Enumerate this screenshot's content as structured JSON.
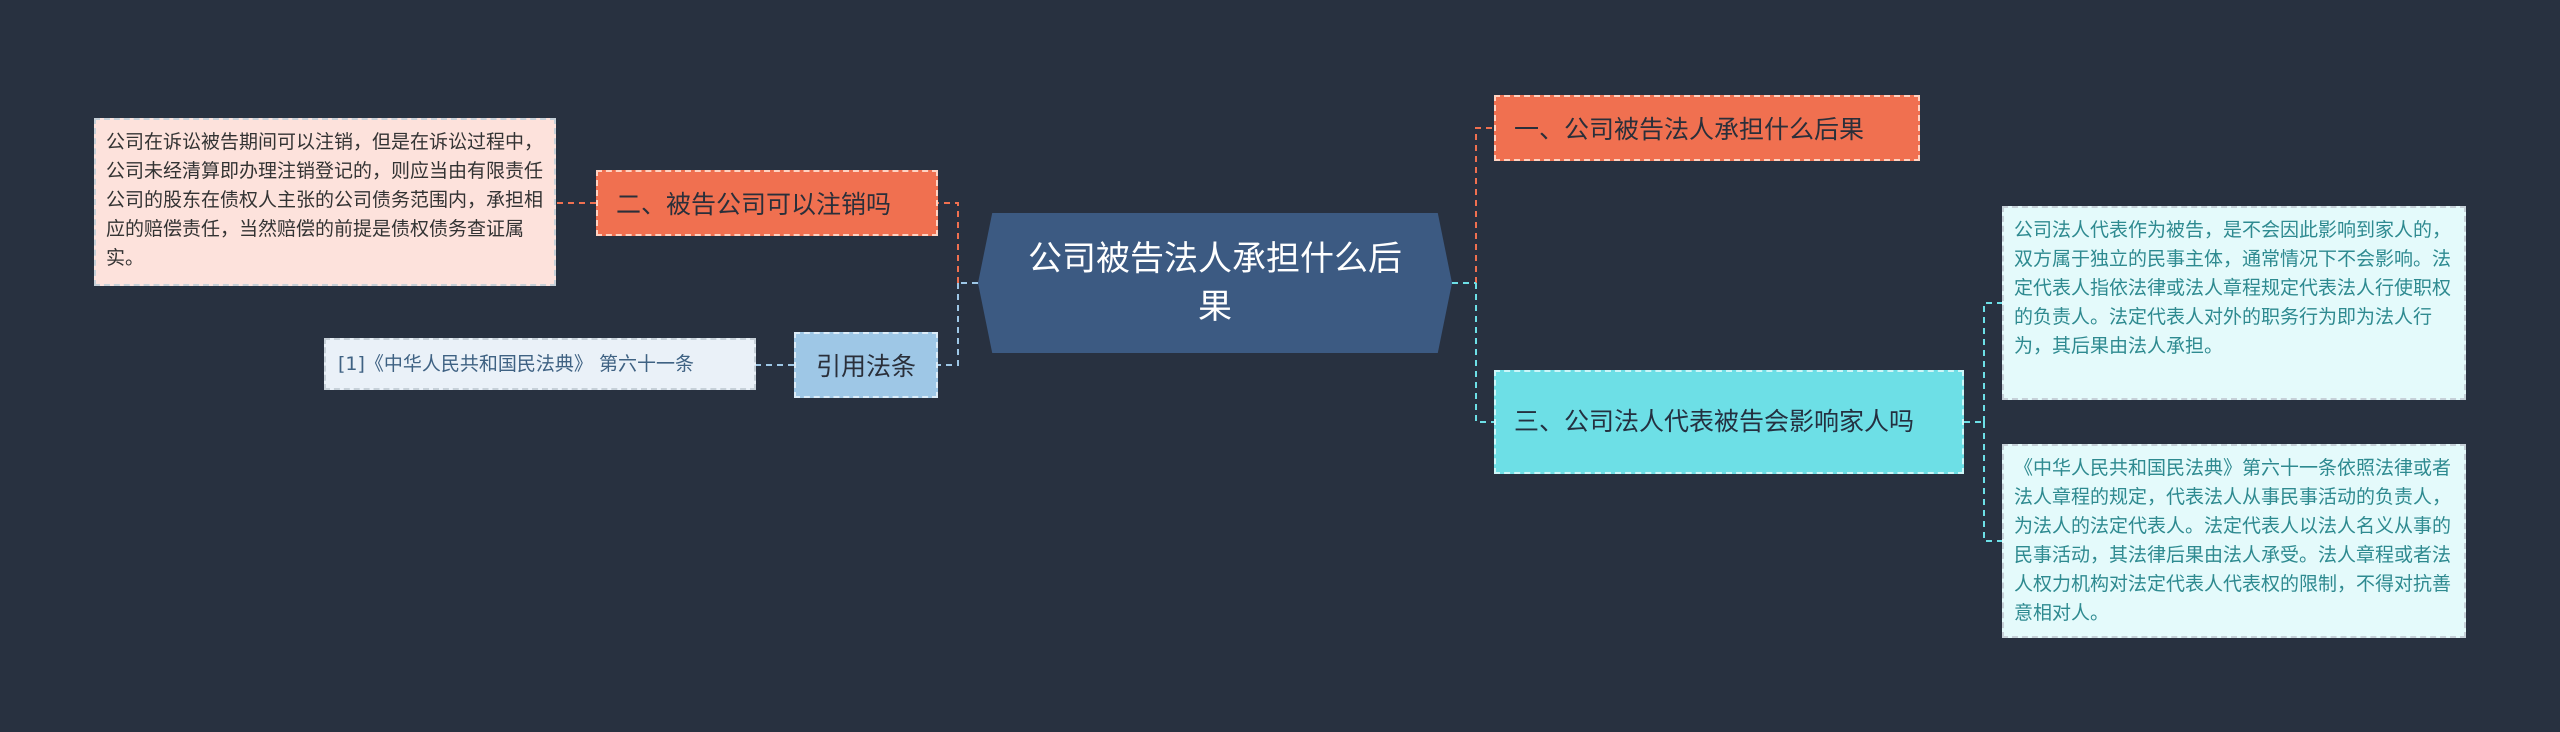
{
  "mindmap": {
    "center": "公司被告法人承担什么后果",
    "branches": {
      "b1": "一、公司被告法人承担什么后果",
      "b2": "二、被告公司可以注销吗",
      "b3": "三、公司法人代表被告会影响家人吗",
      "b4": "引用法条"
    },
    "leaves": {
      "b2_detail": "公司在诉讼被告期间可以注销，但是在诉讼过程中，公司未经清算即办理注销登记的，则应当由有限责任公司的股东在债权人主张的公司债务范围内，承担相应的赔偿责任，当然赔偿的前提是债权债务查证属实。",
      "b4_ref": "[1]《中华人民共和国民法典》 第六十一条",
      "b3_detail1": "公司法人代表作为被告，是不会因此影响到家人的，双方属于独立的民事主体，通常情况下不会影响。法定代表人指依法律或法人章程规定代表法人行使职权的负责人。法定代表人对外的职务行为即为法人行为，其后果由法人承担。",
      "b3_detail2": "《中华人民共和国民法典》第六十一条依照法律或者法人章程的规定，代表法人从事民事活动的负责人，为法人的法定代表人。法定代表人以法人名义从事的民事活动，其法律后果由法人承受。法人章程或者法人权力机构对法定代表人代表权的限制，不得对抗善意相对人。"
    }
  },
  "colors": {
    "background": "#283140",
    "center": "#3c5a82",
    "orange": "#f07050",
    "cyan": "#6ddfe6",
    "blue": "#9ec7e6",
    "pink_leaf": "#fde2dc",
    "cyan_leaf": "#e4fafb"
  }
}
